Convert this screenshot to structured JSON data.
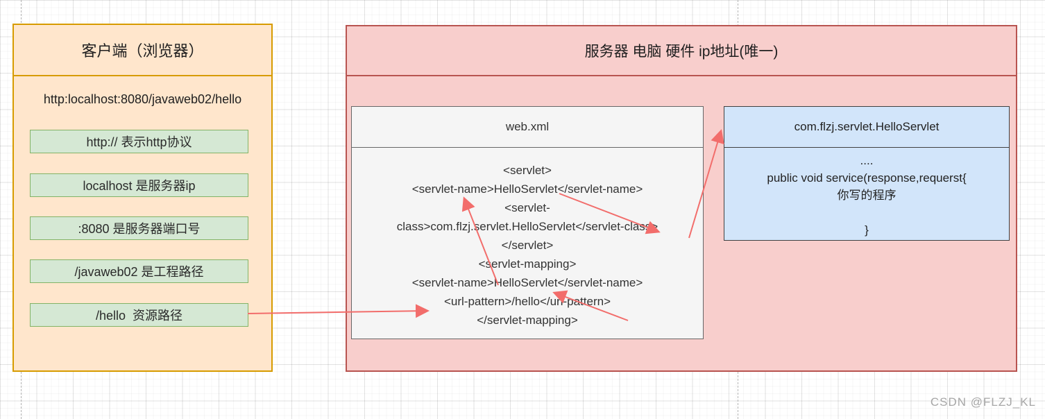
{
  "client": {
    "title": "客户端（浏览器）",
    "url": "http:localhost:8080/javaweb02/hello",
    "notes": [
      "http:// 表示http协议",
      "localhost 是服务器ip",
      ":8080 是服务器端口号",
      "/javaweb02 是工程路径",
      "/hello  资源路径"
    ]
  },
  "server": {
    "title": "服务器 电脑 硬件 ip地址(唯一)",
    "webxml": {
      "title": "web.xml",
      "lines": [
        "<servlet>",
        "<servlet-name>HelloServlet</servlet-name>",
        "<servlet-",
        "class>com.flzj.servlet.HelloServlet</servlet-class>",
        "</servlet>",
        "<servlet-mapping>",
        "<servlet-name>HelloServlet</servlet-name>",
        "<url-pattern>/hello</url-pattern>",
        "</servlet-mapping>"
      ]
    },
    "servlet_class": {
      "title": "com.flzj.servlet.HelloServlet",
      "lines": [
        "....",
        "public void service(response,requerst{",
        "你写的程序",
        "",
        "}"
      ]
    }
  },
  "watermark": "CSDN @FLZJ_KL",
  "colors": {
    "client_fill": "#FFE6CC",
    "client_border": "#D79B00",
    "note_fill": "#D5E8D4",
    "note_border": "#82B366",
    "server_fill": "#F8CECC",
    "server_border": "#B85450",
    "webxml_fill": "#F5F5F5",
    "webxml_border": "#666666",
    "servlet_fill": "#D2E5FA",
    "servlet_border": "#404040",
    "arrow": "#F26D6B",
    "watermark_color": "#A6A6A6"
  }
}
